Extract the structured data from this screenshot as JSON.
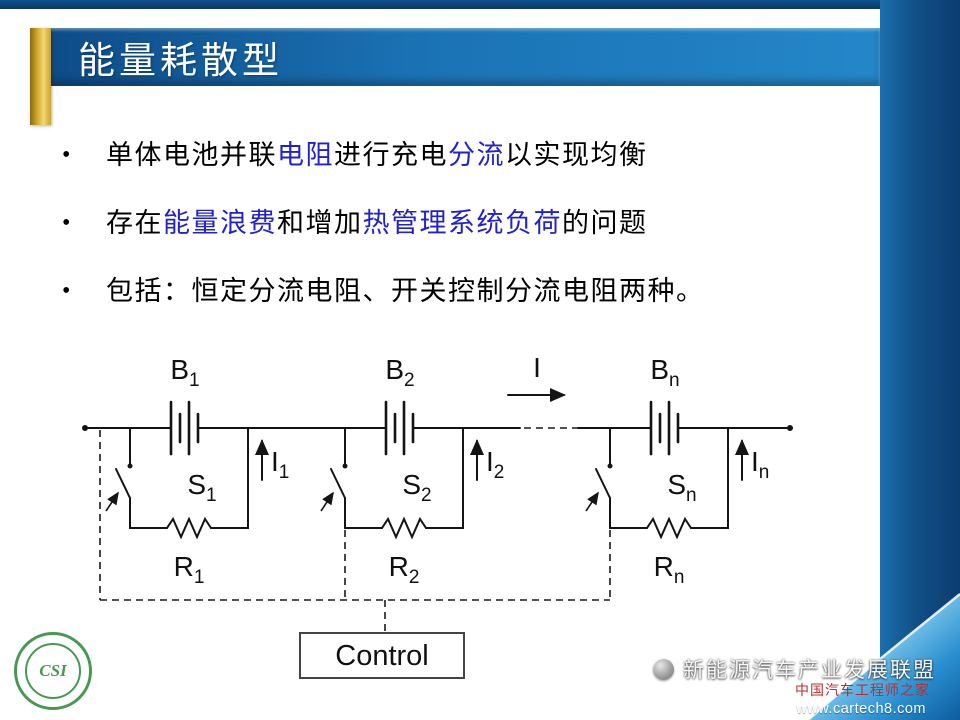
{
  "header": {
    "title": "能量耗散型"
  },
  "bullets": {
    "marker": "•",
    "items": [
      {
        "segments": [
          {
            "text": "单体电池并联"
          },
          {
            "text": "电阻",
            "highlight": true
          },
          {
            "text": "进行充电"
          },
          {
            "text": "分流",
            "highlight": true
          },
          {
            "text": "以实现均衡"
          }
        ]
      },
      {
        "segments": [
          {
            "text": "存在"
          },
          {
            "text": "能量浪费",
            "highlight": true
          },
          {
            "text": "和增加"
          },
          {
            "text": "热管理系统负荷",
            "highlight": true
          },
          {
            "text": "的问题"
          }
        ]
      },
      {
        "segments": [
          {
            "text": "包括：恒定分流电阻、开关控制分流电阻两种。"
          }
        ]
      }
    ]
  },
  "diagram": {
    "cells": [
      {
        "battery": "B",
        "battery_sub": "1",
        "switch": "S",
        "switch_sub": "1",
        "resistor": "R",
        "resistor_sub": "1",
        "current": "I",
        "current_sub": "1"
      },
      {
        "battery": "B",
        "battery_sub": "2",
        "switch": "S",
        "switch_sub": "2",
        "resistor": "R",
        "resistor_sub": "2",
        "current": "I",
        "current_sub": "2"
      },
      {
        "battery": "B",
        "battery_sub": "n",
        "switch": "S",
        "switch_sub": "n",
        "resistor": "R",
        "resistor_sub": "n",
        "current": "I",
        "current_sub": "n"
      }
    ],
    "main_current": "I",
    "control_label": "Control"
  },
  "footer": {
    "logo_text": "CSI",
    "alliance_text": "新能源汽车产业发展联盟",
    "site_name": "中国汽车工程师之家",
    "site_url": "www.cartech8.com"
  },
  "colors": {
    "header_blue_dark": "#0d4a86",
    "header_blue_light": "#2487c9",
    "accent_gold": "#e0b43c",
    "band_navy": "#0c3c70",
    "highlight_text_blue": "#2222cc",
    "curl_blue": "#2a8fd0",
    "site_name_red": "#b92f2f",
    "logo_green": "#2e8b3a",
    "diagram_ink": "#141414"
  }
}
